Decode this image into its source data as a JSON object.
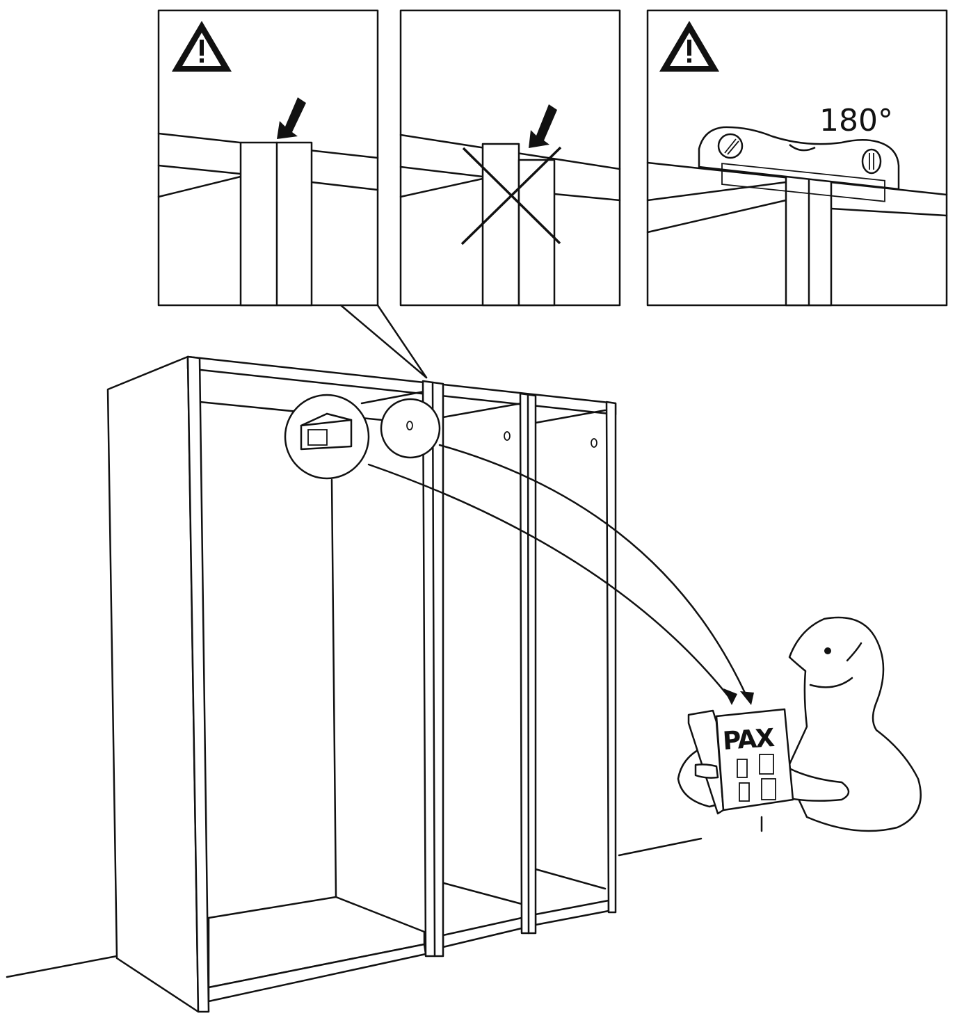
{
  "panels": [
    {
      "id": "correct",
      "warning": true
    },
    {
      "id": "incorrect",
      "warning": false,
      "crossed_out": true
    },
    {
      "id": "rotate-bracket",
      "warning": true,
      "label": "180°"
    }
  ],
  "book": {
    "title": "PAX"
  },
  "colors": {
    "ink": "#111111",
    "paper": "#ffffff"
  }
}
